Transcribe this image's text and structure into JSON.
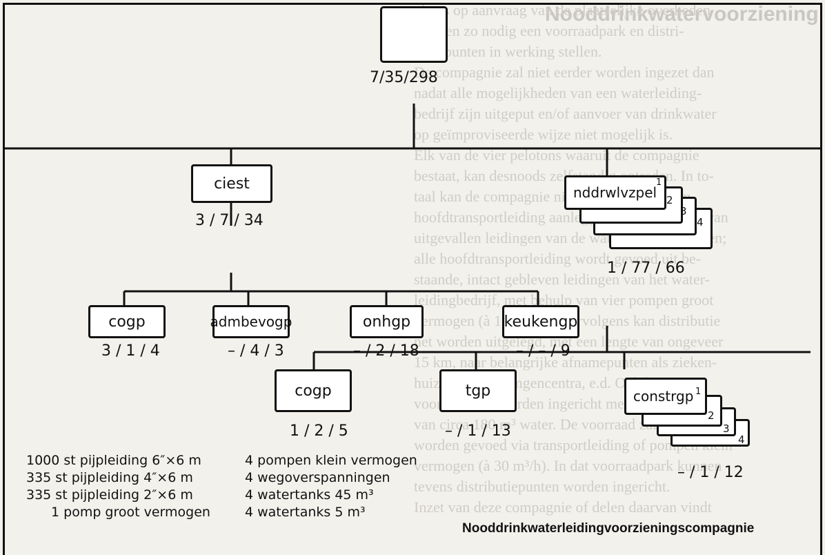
{
  "background_text": [
    "plaats op aanvraag van de plaatselijke overheden",
    "u 3), en zo nodig een voorraadpark en distri-",
    "butiepunten in werking stellen.",
    "De compagnie zal niet eerder worden ingezet dan",
    "nadat alle mogelijkheden van een waterleiding-",
    "bedrijf zijn uitgeput en/of aanvoer van drinkwater",
    "op geïmproviseerde wijze niet mogelijk is.",
    "Elk van de vier pelotons waaruit de compagnie",
    "bestaat, kan desnoods zelfstandig optreden. In to-",
    "taal kan de compagnie niet minder dan 30 km",
    "hoofdtransportleiding aanleggen ter vervanging van",
    "uitgevallen leidingen van de waterleidingbedrijven;",
    "alle hoofdtransportleiding wordt gevoed uit be-",
    "staande, intact gebleven leidingen van het water-",
    "leidingbedrijf, met behulp van vier pompen groot",
    "vermogen (à 160 m³/h). Vervolgens kan distributie",
    "net worden uitgelegd, met een lengte van ongeveer",
    "15 km, naar belangrijke afnamepunten als zieken-",
    "huizen, vluchtelingencentra, e.d. Ook kan een",
    "voorraadpark worden ingericht met een capaciteit",
    "van circa 180 m³ water. De voorraad zal veel",
    "worden gevoed via transportleiding of pompen klein",
    "vermogen (à 30 m³/h). In dat voorraadpark kunnen",
    "tevens distributiepunten worden ingericht.",
    "Inzet van deze compagnie of delen daarvan vindt"
  ],
  "background_title": "Nooddrinkwatervoorziening",
  "diagram": {
    "top_label": "7/35/298",
    "ciest": {
      "name": "ciest",
      "label": "3 / 7 / 34"
    },
    "nddrwlvzpel": {
      "name": "nddrwlvzpel",
      "label": "1 / 77 / 66",
      "stack": [
        "1",
        "2",
        "3",
        "4"
      ]
    },
    "cogp_1": {
      "name": "cogp",
      "label": "3 / 1 / 4"
    },
    "admbevogp": {
      "name": "admbevogp",
      "label": "– / 4 / 3"
    },
    "onhgp": {
      "name": "onhgp",
      "label": "– / 2 / 18"
    },
    "keukengp": {
      "name": "keukengp",
      "label": "– / – / 9"
    },
    "cogp_2": {
      "name": "cogp",
      "label": "1 / 2 / 5"
    },
    "tgp": {
      "name": "tgp",
      "label": "– / 1 / 13"
    },
    "constrgp": {
      "name": "constrgp",
      "label": "– / 1 / 12",
      "stack": [
        "1",
        "2",
        "3",
        "4"
      ]
    }
  },
  "legend": {
    "left": [
      "1000 st pijpleiding 6″×6 m",
      "335 st pijpleiding 4″×6 m",
      "335 st pijpleiding 2″×6 m",
      "1 pomp groot vermogen"
    ],
    "right": [
      "4 pompen klein vermogen",
      "4 wegoverspanningen",
      "4 watertanks 45 m³",
      "4 watertanks 5 m³"
    ]
  },
  "caption": "Nooddrinkwaterleidingvoorzieningscompagnie"
}
